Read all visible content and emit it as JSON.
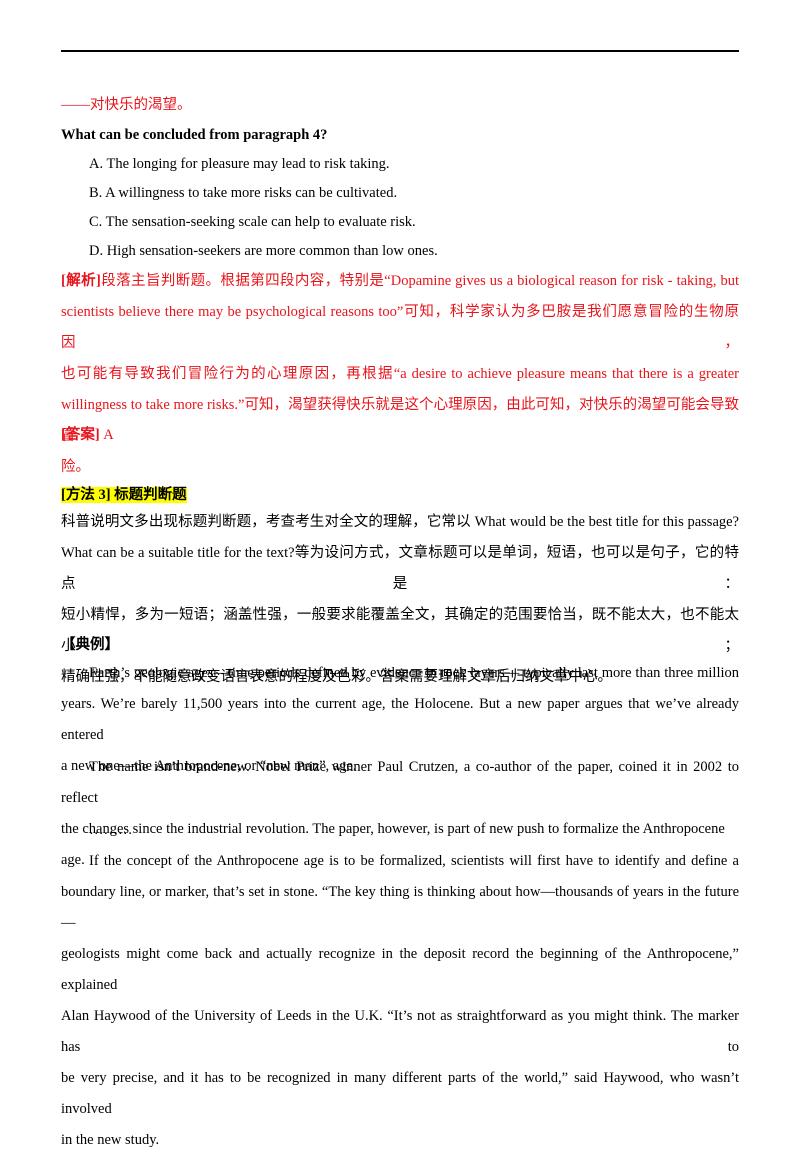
{
  "question_block": {
    "answer_tail": "——对快乐的渴望。",
    "question": "What can be concluded from paragraph 4?",
    "options": [
      "A. The longing for pleasure may lead to risk taking.",
      "B. A willingness to take more risks can be cultivated.",
      "C. The sensation-seeking scale can help to evaluate risk.",
      "D. High sensation-seekers are more common than low ones."
    ],
    "analysis_tag": "[解析]",
    "analysis_lines": [
      "段落主旨判断题。根据第四段内容，特别是“Dopamine gives us a biological reason for risk - taking, but",
      "scientists believe there may be psychological reasons too”可知，科学家认为多巴胺是我们愿意冒险的生物原因，",
      "也可能有导致我们冒险行为的心理原因，再根据“a desire to achieve pleasure means that there is a greater",
      "willingness to take more risks.”可知，渴望获得快乐就是这个心理原因，由此可知，对快乐的渴望可能会导致冒",
      "险。"
    ],
    "answer_tag": "[答案]",
    "answer_value": "A"
  },
  "method3": {
    "heading": "[方法 3]   标题判断题",
    "desc_lines": [
      "科普说明文多出现标题判断题，考查考生对全文的理解，它常以 What would be the best title for this passage?",
      "What can be a suitable title for the text?等为设问方式，文章标题可以是单词，短语，也可以是句子，它的特点是：",
      "短小精悍，多为一短语；涵盖性强，一般要求能覆盖全文，其确定的范围要恰当，既不能太大，也不能太小；",
      "精确性强，不能随意改变语言表意的程度及色彩。答案需要理解文章后归纳文章中心。"
    ],
    "example_label": "【典例】"
  },
  "passage": {
    "p1_lines": [
      "Earth’s geologic ages—time periods defined by evidence in rock layers— typically last more than three million",
      "years. We’re barely 11,500 years into the current age, the Holocene. But a new paper argues that we’ve already entered",
      "a new one—the Anthropocene, or “new man”, age."
    ],
    "p2_lines": [
      "The name isn’t brand-new. Nobel Prize winner Paul Crutzen, a co-author of the paper, coined it in 2002 to reflect",
      "the changes since the industrial revolution. The paper, however, is part of new push to formalize the Anthropocene age."
    ],
    "ellipsis": "………",
    "p3_lines": [
      "If the concept of the Anthropocene age is to be formalized, scientists will first have to identify and define a",
      "boundary line, or marker, that’s set in stone. “The key thing is thinking about how—thousands of years in the future—",
      "geologists might come back and actually recognize in the deposit record the beginning of the Anthropocene,” explained",
      "Alan Haywood of the University of Leeds in the U.K. “It’s not as straightforward as you might think. The marker has to",
      "be very precise, and it has to be recognized in many different parts of the world,” said Haywood, who wasn’t involved",
      "in the new study."
    ]
  }
}
